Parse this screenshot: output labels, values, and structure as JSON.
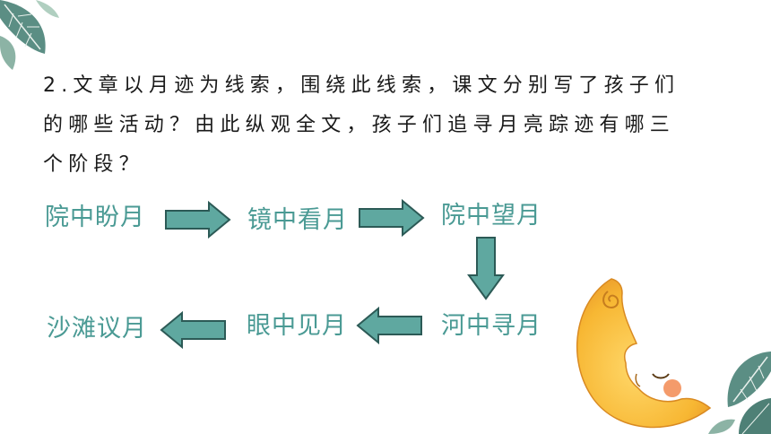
{
  "question": {
    "line1": "2.文章以月迹为线索，围绕此线索，课文分别写了孩子们",
    "line2": "的哪些活动？由此纵观全文，孩子们追寻月亮踪迹有哪三",
    "line3": "个阶段？"
  },
  "stages": {
    "s1": "院中盼月",
    "s2": "镜中看月",
    "s3": "院中望月",
    "s4": "河中寻月",
    "s5": "眼中见月",
    "s6": "沙滩议月"
  },
  "colors": {
    "stage_text": "#4a9a94",
    "arrow_fill": "#5fa8a0",
    "arrow_stroke": "#2c5a56",
    "moon": "#f7b733",
    "leaf": "#3e7a6e"
  }
}
